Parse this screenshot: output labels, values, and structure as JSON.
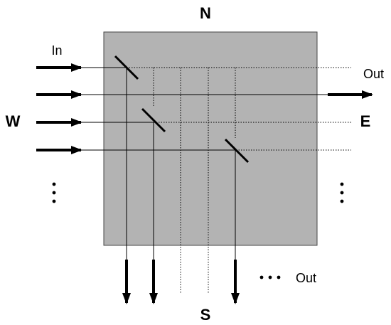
{
  "compass": {
    "north": "N",
    "south": "S",
    "west": "W",
    "east": "E"
  },
  "labels": {
    "in": "In",
    "out_east": "Out",
    "out_south": "Out"
  },
  "colors": {
    "panel_fill": "#b3b3b3",
    "panel_stroke": "#444444",
    "line": "#000000",
    "background": "#ffffff"
  }
}
